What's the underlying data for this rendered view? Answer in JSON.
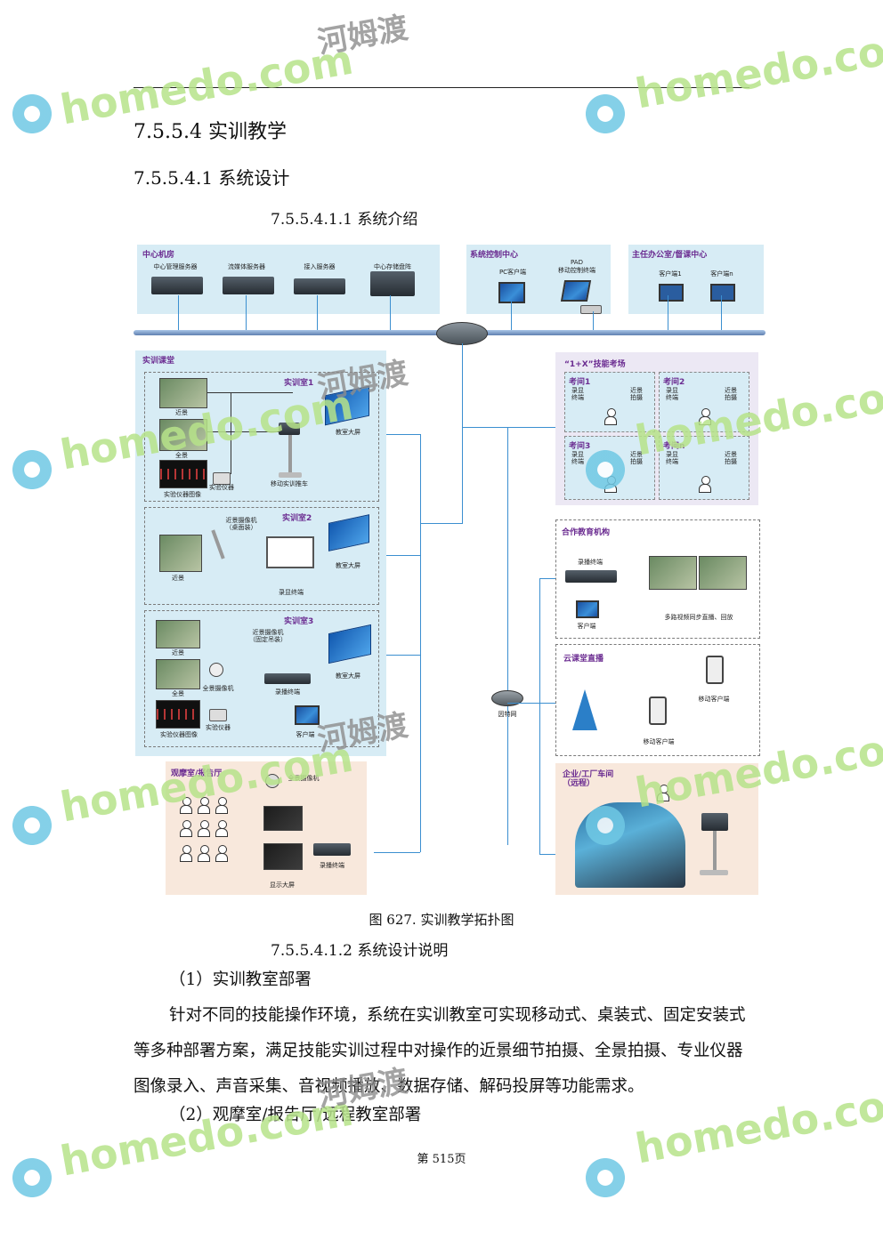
{
  "headings": {
    "h4": "7.5.5.4  实训教学",
    "h5": "7.5.5.4.1  系统设计",
    "h6a": "7.5.5.4.1.1  系统介绍",
    "caption": "图 627.   实训教学拓扑图",
    "h6b": "7.5.5.4.1.2  系统设计说明"
  },
  "body": {
    "sub1": "（1）实训教室部署",
    "para": "针对不同的技能操作环境，系统在实训教室可实现移动式、桌装式、固定安装式等多种部署方案，满足技能实训过程中对操作的近景细节拍摄、全景拍摄、专业仪器图像录入、声音采集、音视频播放、数据存储、解码投屏等功能需求。",
    "sub2": "（2）观摩室/报告厅/远程教室部署"
  },
  "footer": "第 515页",
  "diagram": {
    "center": {
      "title": "中心机房",
      "items": [
        "中心管理服务器",
        "流媒体服务器",
        "接入服务器",
        "中心存储盘阵"
      ]
    },
    "control": {
      "title": "系统控制中心",
      "pc": "PC客户端",
      "pad": "PAD\n移动控制终端"
    },
    "office": {
      "title": "主任办公室/督课中心",
      "c1": "客户端1",
      "cn": "客户端n"
    },
    "training": {
      "title": "实训课堂",
      "room1": {
        "title": "实训室1",
        "near": "近景",
        "full": "全景",
        "instr_img": "实验仪器图像",
        "instr": "实验仪器",
        "cart": "移动实训推车",
        "wall": "教室大屏"
      },
      "room2": {
        "title": "实训室2",
        "cam": "近景摄像机\n（桌面装）",
        "near": "近景",
        "rec": "录显终端",
        "wall": "教室大屏"
      },
      "room3": {
        "title": "实训室3",
        "cam": "近景摄像机\n（固定吊装）",
        "near": "近景",
        "full": "全景",
        "pano": "全景摄像机",
        "rec": "录播终端",
        "instr_img": "实验仪器图像",
        "instr": "实验仪器",
        "client": "客户端",
        "wall": "教室大屏"
      }
    },
    "observe": {
      "title": "观摩室/报告厅",
      "pano": "全景摄像机",
      "rec": "录播终端",
      "screen": "显示大屏"
    },
    "exam": {
      "title": "“1+X”技能考场",
      "rooms": [
        {
          "name": "考间1",
          "a": "录显\n终端",
          "b": "近景\n拍摄"
        },
        {
          "name": "考间2",
          "a": "录显\n终端",
          "b": "近景\n拍摄"
        },
        {
          "name": "考间3",
          "a": "录显\n终端",
          "b": "近景\n拍摄"
        },
        {
          "name": "考间n",
          "a": "录显\n终端",
          "b": "近景\n拍摄"
        }
      ]
    },
    "partner": {
      "title": "合作教育机构",
      "rec": "录播终端",
      "client": "客户端",
      "multi": "多路视频同步直播、回放"
    },
    "cloud": {
      "title": "云课堂直播",
      "m1": "移动客户端",
      "m2": "移动客户端"
    },
    "internet": "因特网",
    "factory": {
      "title": "企业/工厂车间\n（远程）"
    }
  },
  "watermark": {
    "text": "homedo.com",
    "cn": "河姆渡"
  }
}
